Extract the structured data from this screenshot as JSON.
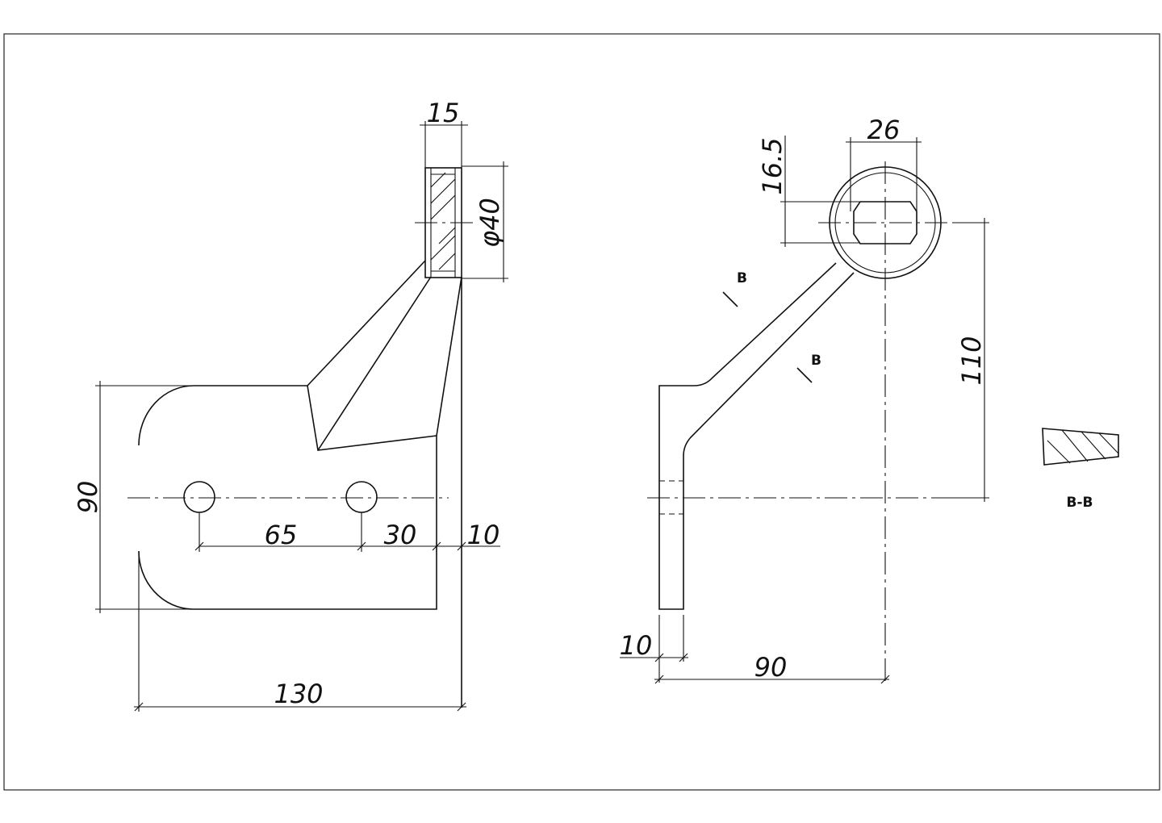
{
  "left_view": {
    "dim_top_width": "15",
    "dim_diameter": "φ40",
    "dim_height": "90",
    "dim_hole_spacing": "65",
    "dim_hole_to_edge": "30",
    "dim_edge_offset": "10",
    "dim_total_width": "130"
  },
  "right_view": {
    "dim_slot_width": "26",
    "dim_slot_height": "16.5",
    "dim_vertical": "110",
    "dim_plate_thickness": "10",
    "dim_horizontal": "90",
    "section_mark_upper": "B",
    "section_mark_lower": "B"
  },
  "section": {
    "label": "B-B"
  }
}
